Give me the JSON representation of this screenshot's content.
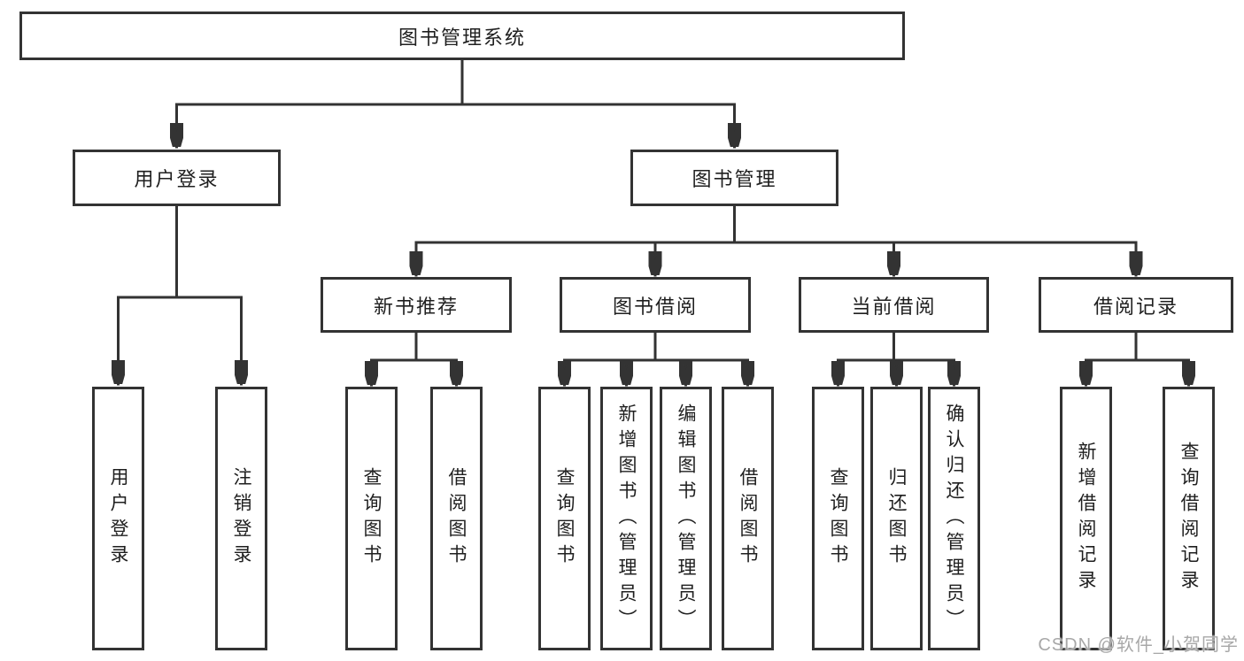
{
  "tree": {
    "root": "图书管理系统",
    "branches": [
      {
        "label": "用户登录",
        "children": [
          "用户登录",
          "注销登录"
        ]
      },
      {
        "label": "图书管理",
        "groups": [
          {
            "label": "新书推荐",
            "children": [
              "查询图书",
              "借阅图书"
            ]
          },
          {
            "label": "图书借阅",
            "children": [
              "查询图书",
              "新增图书（管理员）",
              "编辑图书（管理员）",
              "借阅图书"
            ]
          },
          {
            "label": "当前借阅",
            "children": [
              "查询图书",
              "归还图书",
              "确认归还（管理员）"
            ]
          },
          {
            "label": "借阅记录",
            "children": [
              "新增借阅记录",
              "查询借阅记录"
            ]
          }
        ]
      }
    ]
  },
  "watermark": "CSDN @软件_小贺同学",
  "colors": {
    "line": "#333333",
    "text": "#1f1f1f",
    "watermark": "#a8a8a8",
    "background": "#ffffff"
  }
}
